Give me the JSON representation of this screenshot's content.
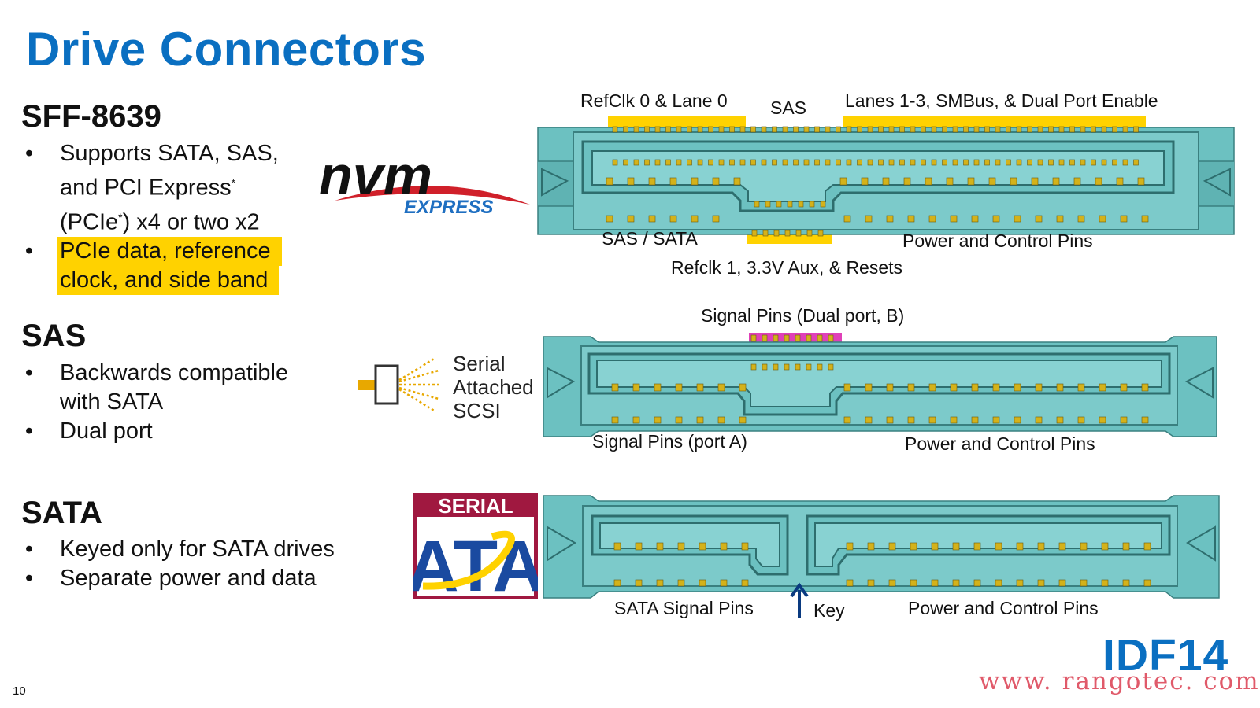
{
  "title": "Drive Connectors",
  "sections": [
    {
      "heading": "SFF-8639",
      "bullets": [
        "Supports SATA, SAS, and PCI Express* (PCIe*) x4 or two x2",
        "PCIe data, reference clock, and side band"
      ],
      "lines": [
        [
          "Supports SATA, SAS,",
          "and PCI Express*",
          "(PCIe*) x4 or two x2"
        ],
        [
          "PCIe data, reference",
          "clock, and side band"
        ]
      ],
      "highlighted_bullet": 2,
      "highlight_color": "#ffd200"
    },
    {
      "heading": "SAS",
      "bullets": [
        "Backwards compatible with SATA",
        "Dual port"
      ],
      "lines": [
        [
          "Backwards compatible",
          "with SATA"
        ],
        [
          "Dual port"
        ]
      ]
    },
    {
      "heading": "SATA",
      "bullets": [
        "Keyed only for SATA drives",
        "Separate power and data"
      ],
      "lines": [
        [
          "Keyed only for SATA drives"
        ],
        [
          "Separate power and data"
        ]
      ]
    }
  ],
  "bullet_symbol": "•",
  "logos": {
    "nvme": {
      "word": "nvm",
      "sub": "EXPRESS"
    },
    "sas": {
      "line1": "Serial",
      "line2": "Attached",
      "line3": "SCSI"
    },
    "sata": {
      "top": "SERIAL",
      "main": "ATA"
    }
  },
  "diagram_labels": {
    "sff": {
      "top_left": "RefClk 0 & Lane 0",
      "top_mid": "SAS",
      "top_right": "Lanes 1-3, SMBus, & Dual Port Enable",
      "bottom_left": "SAS / SATA",
      "bottom_right": "Power and Control Pins",
      "bottom_mid": "Refclk 1, 3.3V Aux, & Resets"
    },
    "sas": {
      "top": "Signal Pins (Dual port, B)",
      "bottom_left": "Signal Pins (port A)",
      "bottom_right": "Power and Control Pins"
    },
    "sata": {
      "bottom_left": "SATA Signal Pins",
      "key": "Key",
      "bottom_right": "Power and Control Pins"
    }
  },
  "colors": {
    "title": "#0a6fc1",
    "connector_body": "#6cc1c1",
    "connector_edge": "#3a8080",
    "pin": "#d4b21a",
    "highlight_yellow": "#ffd200",
    "highlight_magenta": "#e040b8",
    "nvme_red": "#d0202a",
    "nvme_blue": "#1f6fc1",
    "sata_maroon": "#a01840",
    "sata_blue": "#1a4aa0",
    "watermark": "#e05a6a"
  },
  "slide_number": "10",
  "idf_logo": "IDF14",
  "watermark": "www. rangotec. com"
}
